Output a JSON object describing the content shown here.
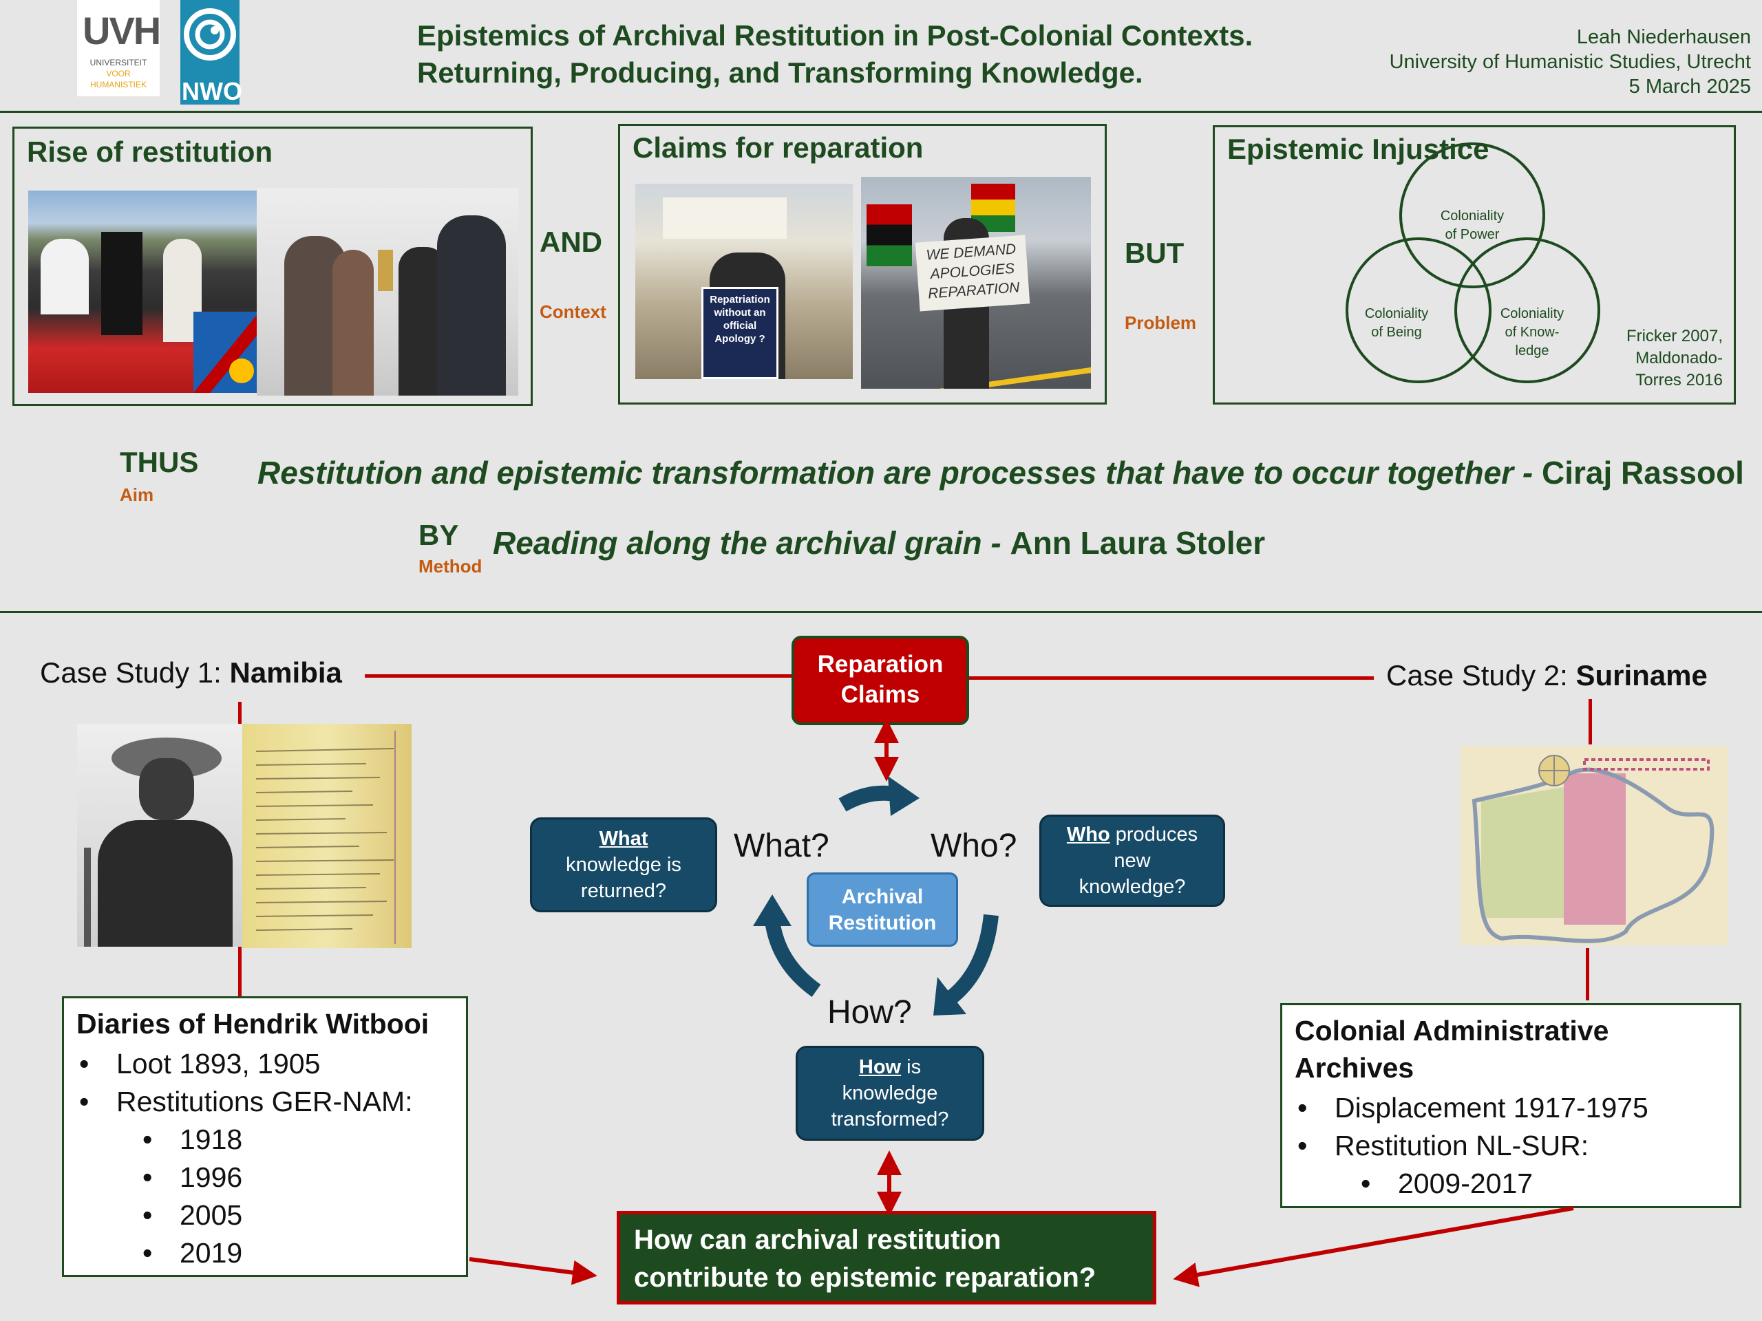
{
  "header": {
    "logo_uvh_letters": "UVH",
    "logo_uvh_line1": "UNIVERSITEIT",
    "logo_uvh_line2": "VOOR",
    "logo_uvh_line3": "HUMANISTIEK",
    "logo_nwo": "NWO",
    "title_line1": "Epistemics of Archival Restitution in Post-Colonial Contexts.",
    "title_line2": "Returning, Producing, and Transforming Knowledge.",
    "author": "Leah Niederhausen",
    "institution": "University of Humanistic Studies, Utrecht",
    "date": "5 March 2025"
  },
  "panels": {
    "rise": {
      "title": "Rise of restitution"
    },
    "claims": {
      "title": "Claims for reparation",
      "sign1": "Repatriation without an official Apology ?",
      "sign2_line1": "WE DEMAND",
      "sign2_line2": "APOLOGIES",
      "sign2_line3": "REPARATION"
    },
    "injustice": {
      "title": "Epistemic Injustice",
      "circle_top": [
        "Coloniality",
        "of Power"
      ],
      "circle_left": [
        "Coloniality",
        "of Being"
      ],
      "circle_right": [
        "Coloniality",
        "of Know-",
        "ledge"
      ],
      "citation": [
        "Fricker 2007,",
        "Maldonado-",
        "Torres 2016"
      ]
    }
  },
  "connectors": {
    "and_label": "AND",
    "and_sub": "Context",
    "but_label": "BUT",
    "but_sub": "Problem",
    "thus_label": "THUS",
    "thus_sub": "Aim",
    "by_label": "BY",
    "by_sub": "Method"
  },
  "quotes": {
    "aim_text": "Restitution and epistemic transformation are processes that have to occur together -",
    "aim_author": "Ciraj Rassool",
    "method_text": "Reading along the archival grain -",
    "method_author": "Ann Laura Stoler"
  },
  "cases": {
    "case1_prefix": "Case Study 1: ",
    "case1_name": "Namibia",
    "case2_prefix": "Case Study 2: ",
    "case2_name": "Suriname",
    "namibia_box": {
      "title": "Diaries of Hendrik Witbooi",
      "item1": "Loot 1893, 1905",
      "item2": "Restitutions GER-NAM:",
      "sub1": "1918",
      "sub2": "1996",
      "sub3": "2005",
      "sub4": "2019"
    },
    "suriname_box": {
      "title_line1": "Colonial Administrative",
      "title_line2": "Archives",
      "item1": "Displacement 1917-1975",
      "item2": "Restitution NL-SUR:",
      "sub1": "2009-2017"
    }
  },
  "diagram": {
    "reparation_claims": [
      "Reparation",
      "Claims"
    ],
    "center": [
      "Archival",
      "Restitution"
    ],
    "what_word": "What?",
    "who_word": "Who?",
    "how_word": "How?",
    "what_box": {
      "underlined": "What",
      "rest1": "knowledge is",
      "rest2": "returned?"
    },
    "who_box": {
      "underlined": "Who",
      "rest1": " produces",
      "rest2": "new",
      "rest3": "knowledge?"
    },
    "how_box": {
      "underlined": "How",
      "rest1": " is",
      "rest2": "knowledge",
      "rest3": "transformed?"
    },
    "research_question": [
      "How can archival restitution",
      "contribute to epistemic reparation?"
    ]
  },
  "colors": {
    "dark_green": "#1d4b1f",
    "orange": "#c55a11",
    "red": "#c00000",
    "navy": "#174a66",
    "light_blue": "#5b9bd5",
    "background": "#e6e6e6"
  }
}
